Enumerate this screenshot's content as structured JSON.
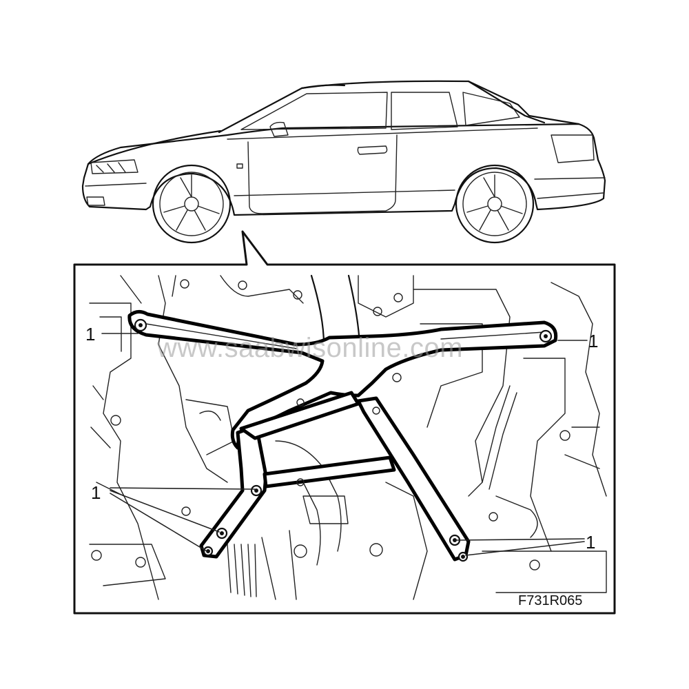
{
  "watermark": "www.saabwisonline.com",
  "figure_code": "F731R065",
  "callouts": {
    "upper_left": "1",
    "upper_right": "1",
    "lower_left": "1",
    "lower_right": "1"
  }
}
